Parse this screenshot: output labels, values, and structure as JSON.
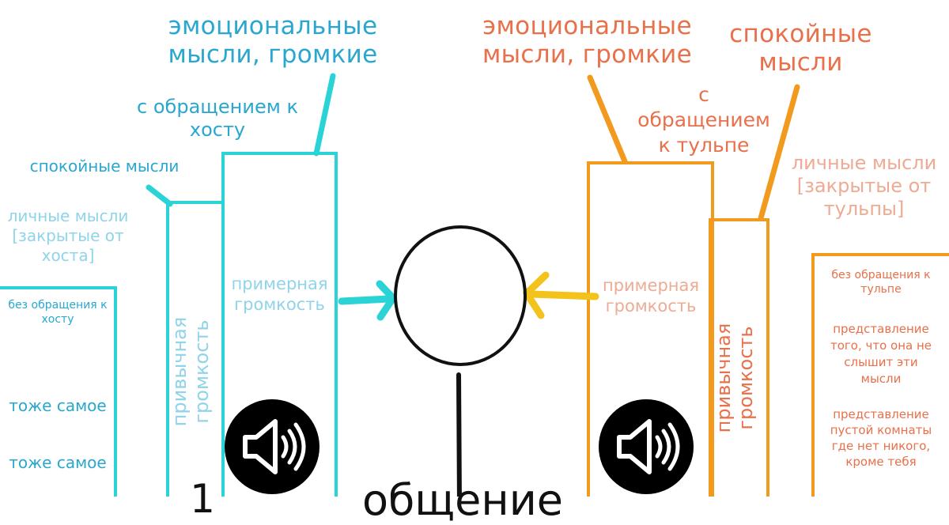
{
  "left": {
    "emotional": "эмоциональные\nмысли, громкие",
    "addressed": "с обращением к\nхосту",
    "calm": "спокойные мысли",
    "personal": "личные мысли\n[закрытые от\nхоста]",
    "no_address": "без обращения к\nхосту",
    "approx_volume": "примерная\nгромкость",
    "usual_volume": "привычная\nгромкость",
    "same_1": "тоже самое",
    "same_2": "тоже самое"
  },
  "right": {
    "emotional": "эмоциональные\nмысли, громкие",
    "calm": "спокойные\nмысли",
    "addressed": "с\nобращением\nк тульпе",
    "personal": "личные мысли\n[закрытые от\nтульпы]",
    "no_address": "без обращения к\nтульпе",
    "imagine_1": "представление\nтого, что она не\nслышит эти\nмысли",
    "imagine_2": "представление\nпустой комнаты\nгде нет никого,\nкроме тебя",
    "approx_volume": "примерная\nгромкость",
    "usual_volume": "привычная\nгромкость"
  },
  "bottom": {
    "left_fragment": "1",
    "center_fragment": "общение"
  },
  "icons": {
    "speaker": "speaker-volume-icon",
    "head": "head-circle-icon"
  },
  "colors": {
    "cyan": "#2ad3d6",
    "cyan_text": "#2aa7cf",
    "cyan_light": "#8fd4ea",
    "orange": "#f29a1e",
    "orange_text": "#e8704a",
    "orange_light": "#eeab93",
    "yellow": "#f3c21b"
  }
}
